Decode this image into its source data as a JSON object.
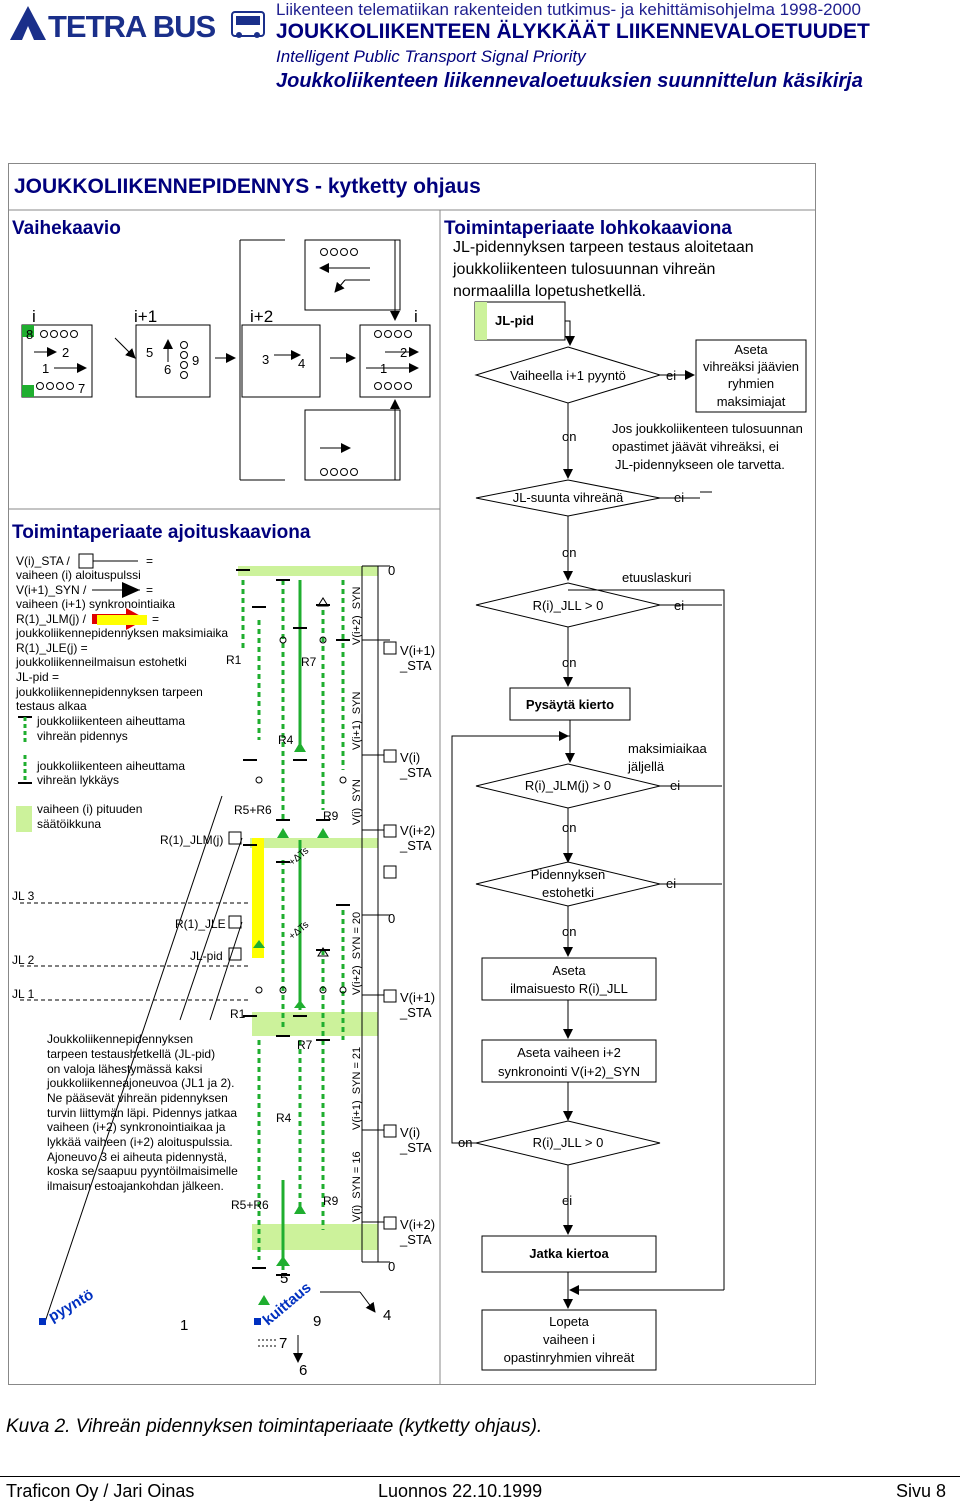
{
  "header": {
    "logo_text": "TETRA BUS",
    "line1": "Liikenteen telematiikan rakenteiden tutkimus- ja kehittämisohjelma 1998-2000",
    "line2": "JOUKKOLIIKENTEEN ÄLYKKÄÄT LIIKENNEVALOETUUDET",
    "line3": "Intelligent Public Transport Signal Priority",
    "line4": "Joukkoliikenteen liikennevaloetuuksien suunnittelun käsikirja"
  },
  "main_title": "JOUKKOLIIKENNEPIDENNYS - kytketty ohjaus",
  "phase": {
    "title": "Vaihekaavio",
    "phases": [
      {
        "label": "i",
        "numbers": [
          "8",
          "2",
          "1",
          "7"
        ]
      },
      {
        "label": "i+1",
        "numbers": [
          "5",
          "6",
          "9"
        ]
      },
      {
        "label": "i+2",
        "numbers": [
          "3",
          "4"
        ]
      },
      {
        "label": "i",
        "numbers": [
          "2",
          "1"
        ]
      }
    ]
  },
  "flow": {
    "title": "Toimintaperiaate lohkokaaviona",
    "intro": [
      "JL-pidennyksen tarpeen testaus aloitetaan",
      "joukkoliikenteen tulosuunnan vihreän",
      "normaalilla  lopetushetkellä."
    ],
    "start": "JL-pid",
    "d1": "Vaiheella i+1 pyyntö",
    "box_aseta": [
      "Aseta",
      "vihreäksi jäävien",
      "ryhmien",
      "maksimiajat"
    ],
    "note": [
      "Jos joukkoliikenteen tulosuunnan",
      "opastimet jäävät vihreäksi, ei",
      "JL-pidennykseen ole tarvetta."
    ],
    "d2": "JL-suunta vihreänä",
    "counter": "etuuslaskuri",
    "d3": "R(i)_JLL > 0",
    "stop": "Pysäytä kierto",
    "max": [
      "maksimiaikaa",
      "jäljellä"
    ],
    "d4": "R(i)_JLM(j) > 0",
    "d5": [
      "Pidennyksen",
      "estohetki"
    ],
    "box_ilm": [
      "Aseta",
      "ilmaisuesto R(i)_JLL"
    ],
    "box_sync": [
      "Aseta vaiheen i+2",
      "synkronointi V(i+2)_SYN"
    ],
    "d6": "R(i)_JLL > 0",
    "cont": "Jatka kiertoa",
    "end": [
      "Lopeta",
      "vaiheen i",
      "opastinryhmien vihreät"
    ],
    "yes": "on",
    "no": "ei"
  },
  "timing": {
    "title": "Toimintaperiaate ajoituskaaviona",
    "legend": [
      "V(i)_STA /",
      "vaiheen (i) aloituspulssi",
      "V(i+1)_SYN /",
      "vaiheen (i+1) synkronointiaika",
      "R(1)_JLM(j) /",
      "joukkoliikennepidennyksen maksimiaika",
      "R(1)_JLE(j) =",
      "joukkoliikenneilmaisun estohetki",
      "JL-pid =",
      "joukkoliikennepidennyksen tarpeen",
      "testaus alkaa"
    ],
    "eq": "=",
    "leg_green1": [
      "joukkoliikenteen aiheuttama",
      "vihreän pidennys"
    ],
    "leg_green2": [
      "joukkoliikenteen aiheuttama",
      "vihreän lykkäys"
    ],
    "leg_green3": [
      "vaiheen (i) pituuden",
      "säätöikkuna"
    ],
    "signals": [
      "R1",
      "R7",
      "R4",
      "R5+R6",
      "R9"
    ],
    "syn_top": [
      "V(i+2)_SYN",
      "V(i+1)_SYN",
      "V(i)_SYN"
    ],
    "syn_bot": [
      "V(i+2)_SYN = 20",
      "V(i+1)_SYN = 21",
      "V(i)_SYN = 16"
    ],
    "sta": [
      "V(i+1)",
      "V(i)",
      "V(i+2)"
    ],
    "sta_suffix": "_STA",
    "zero": "0",
    "jlm": "R(1)_JLM(j)",
    "jle": "R(1)_JLE",
    "jlpid": "JL-pid",
    "dts": "+ΔTs",
    "jl": [
      "JL 3",
      "JL 2",
      "JL 1"
    ],
    "description": [
      "Joukkoliikennepidennyksen",
      "tarpeen testaushetkellä (JL-pid)",
      "on valoja lähestymässä kaksi",
      "joukkoliikenneajoneuvoa (JL1 ja 2).",
      "Ne pääsevät vihreän pidennyksen",
      "turvin liittymän läpi. Pidennys jatkaa",
      "vaiheen (i+2) synkronointiaikaa ja",
      "lykkää vaiheen (i+2) aloituspulssia.",
      "Ajoneuvo 3 ei aiheuta pidennystä,",
      "koska se saapuu pyyntöilmaisimelle",
      "ilmaisun estoajankohdan jälkeen."
    ],
    "pyynto": "pyyntö",
    "kuittaus": "kuittaus",
    "bottom_numbers": [
      "1",
      "5",
      "9",
      "4",
      "7",
      "6"
    ]
  },
  "caption": "Kuva 2. Vihreän pidennyksen toimintaperiaate (kytketty ohjaus).",
  "footer": {
    "left": "Traficon Oy / Jari Oinas",
    "center": "Luonnos 22.10.1999",
    "right": "Sivu 8"
  },
  "colors": {
    "header_blue": "#00007d",
    "logo_blue": "#1a2f8a",
    "green": "#1fae2f",
    "light_green": "#ccf29b",
    "yellow": "#ffff00",
    "red": "#e00000"
  }
}
